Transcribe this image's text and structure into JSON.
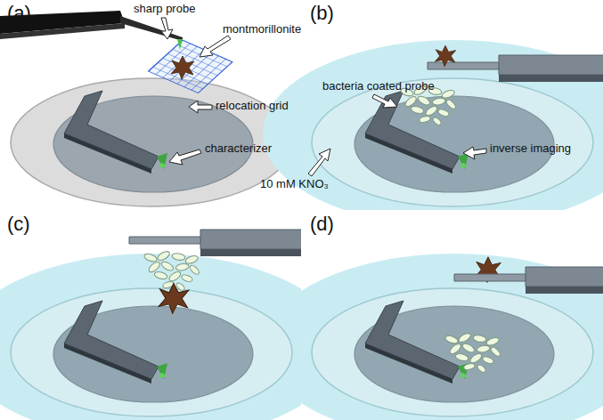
{
  "diagram": {
    "labels": [
      "(a)",
      "sharp probe",
      "montmorillonite",
      "relocation grid",
      "characterizer",
      "(b)",
      "bacteria coated probe",
      "inverse imaging",
      "10 mM KNO₃",
      "(c)",
      "(d)"
    ]
  }
}
